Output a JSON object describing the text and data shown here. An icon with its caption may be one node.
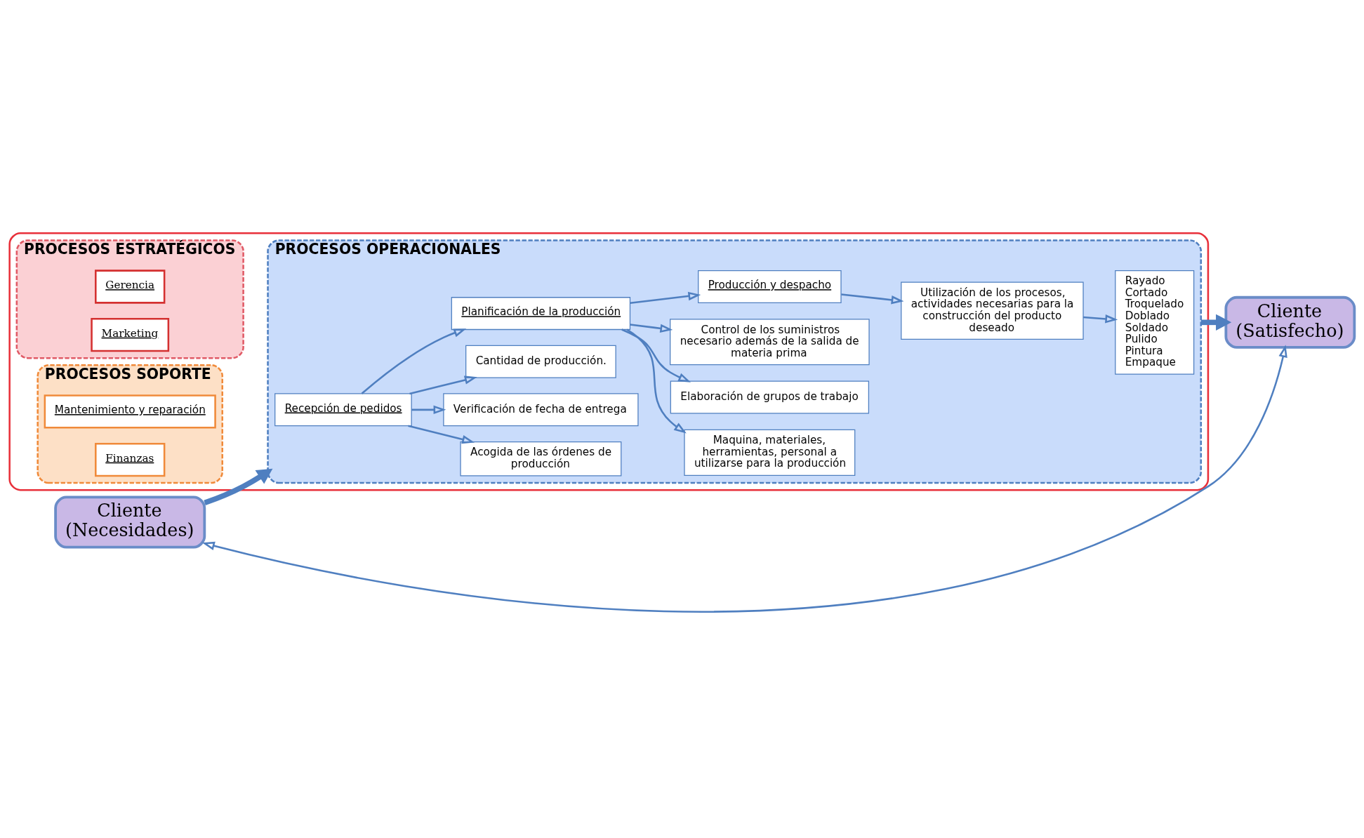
{
  "diagram": {
    "nodes": [
      {
        "text": [],
        "shape": "box"
      },
      {
        "text": [
          "PROCESOS ESTRATÉGICOS"
        ],
        "in": 0
      },
      {
        "text": [
          "Gerencia"
        ],
        "in": 1
      },
      {
        "text": [
          "Marketing"
        ],
        "in": 1
      },
      {
        "text": [
          "PROCESOS OPERACIONALES"
        ],
        "in": 0
      },
      {
        "text": [
          "Recepción de pedidos"
        ],
        "in": 4
      },
      {
        "text": [
          "Acogida de las órdenes de producción"
        ],
        "in": 4
      },
      {
        "text": [
          "Verificación de fecha de entrega"
        ],
        "in": 4
      },
      {
        "text": [
          "Cantidad de producción."
        ],
        "in": 4
      },
      {
        "text": [
          "Planificación de la producción"
        ],
        "in": 4
      },
      {
        "text": [
          "Maquina, materiales, herramientas, personal a utilizarse para la producción"
        ],
        "in": 4
      },
      {
        "text": [
          "Elaboración de grupos de trabajo"
        ],
        "in": 4
      },
      {
        "text": [
          "Control de los suministros necesario además de la salida de materia prima"
        ],
        "in": 4
      },
      {
        "text": [
          "Producción y despacho"
        ],
        "in": 4
      },
      {
        "text": [
          "Utilización de los procesos, actividades necesarias para la construcción del producto deseado"
        ],
        "in": 4
      },
      {
        "text": [
          "Rayado",
          "Cortado",
          "Troquelado",
          "Doblado",
          "Soldado",
          "Pulido",
          "Pintura",
          "Empaque"
        ],
        "in": 4
      },
      {
        "text": [
          "PROCESOS SOPORTE"
        ],
        "in": 0
      },
      {
        "text": [
          "Mantenimiento y reparación"
        ],
        "in": 16
      },
      {
        "text": [
          "Finanzas"
        ],
        "in": 16
      },
      {
        "text": [
          "Cliente",
          "(Necesidades)"
        ]
      },
      {
        "text": [
          "Cliente",
          "(Satisfecho)"
        ]
      }
    ],
    "edges": [
      {
        "from": 19,
        "to": 4,
        "arrow": "to",
        "style": "thick"
      },
      {
        "from": 5,
        "to": 9,
        "arrow": "to"
      },
      {
        "from": 9,
        "to": 13,
        "arrow": "to"
      },
      {
        "from": 5,
        "to": 6,
        "arrow": "to"
      },
      {
        "from": 5,
        "to": 7,
        "arrow": "to"
      },
      {
        "from": 5,
        "to": 8,
        "arrow": "to"
      },
      {
        "from": 9,
        "to": 10,
        "arrow": "to"
      },
      {
        "from": 9,
        "to": 11,
        "arrow": "to"
      },
      {
        "from": 9,
        "to": 12,
        "arrow": "to"
      },
      {
        "from": 13,
        "to": 14,
        "arrow": "to"
      },
      {
        "from": 14,
        "to": 15,
        "arrow": "to"
      },
      {
        "from": 4,
        "to": 20,
        "arrow": "to",
        "style": "thick"
      },
      {
        "from": 19,
        "to": 20,
        "arrow": "both"
      }
    ]
  }
}
